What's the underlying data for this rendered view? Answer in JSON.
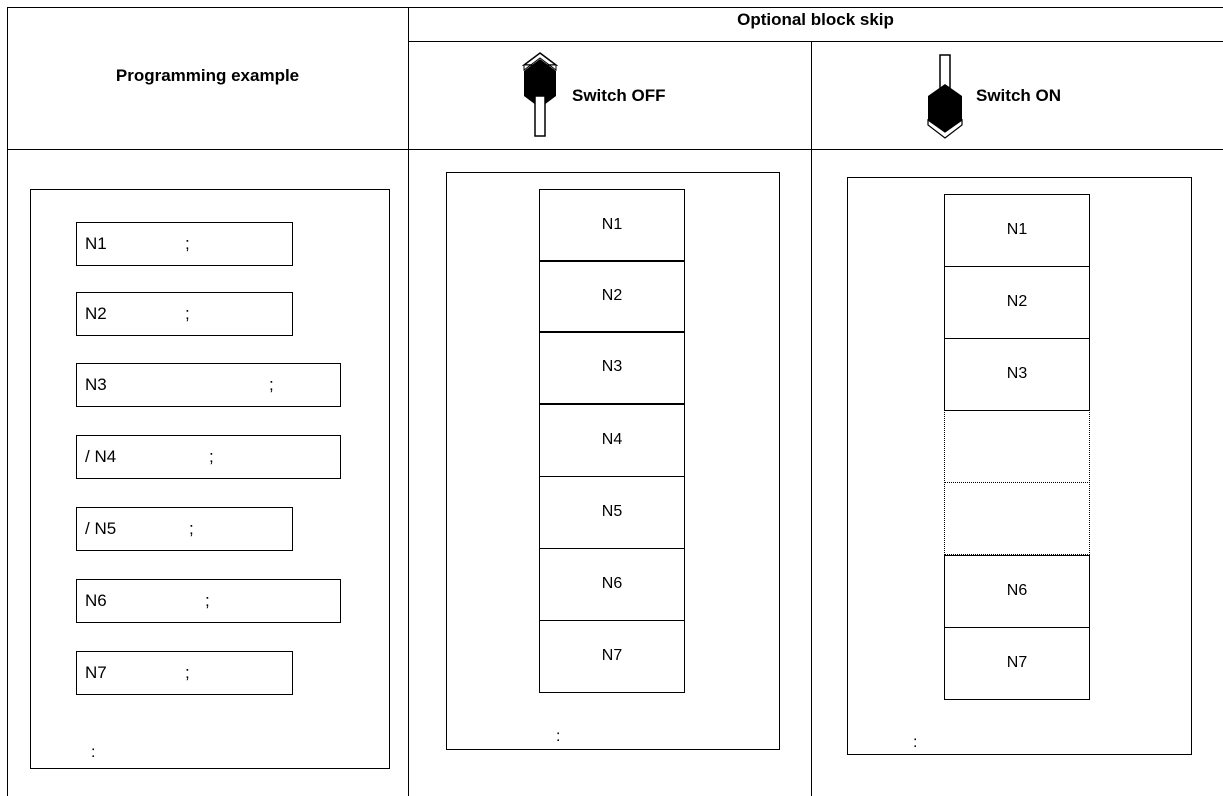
{
  "header": {
    "group_title": "Optional block skip",
    "programming_title": "Programming example",
    "switch_off_label": "Switch OFF",
    "switch_on_label": "Switch ON"
  },
  "icons": {
    "switch_off": "toggle-switch-off-icon",
    "switch_on": "toggle-switch-on-icon"
  },
  "program": {
    "lines": [
      {
        "label": "N1",
        "semicolon": ";"
      },
      {
        "label": "N2",
        "semicolon": ";"
      },
      {
        "label": "N3",
        "semicolon": ";"
      },
      {
        "label": "/ N4",
        "semicolon": ";"
      },
      {
        "label": "/ N5",
        "semicolon": ";"
      },
      {
        "label": "N6",
        "semicolon": ";"
      },
      {
        "label": "N7",
        "semicolon": ";"
      }
    ],
    "continuation": ":"
  },
  "switch_off_blocks": [
    "N1",
    "N2",
    "N3",
    "N4",
    "N5",
    "N6",
    "N7"
  ],
  "switch_off_continuation": ":",
  "switch_on_blocks": [
    "N1",
    "N2",
    "N3",
    "",
    "",
    "N6",
    "N7"
  ],
  "switch_on_continuation": ":"
}
